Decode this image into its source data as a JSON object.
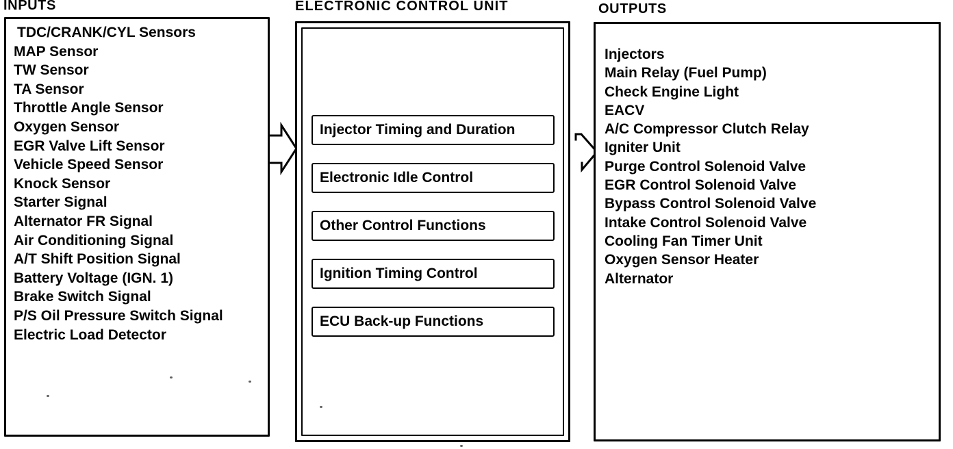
{
  "page": {
    "description": "ECU input/output block diagram (scanned service manual page)",
    "colors": {
      "ink": "#040404",
      "paper": "#ffffff"
    }
  },
  "inputs": {
    "title": "INPUTS",
    "items": [
      "TDC/CRANK/CYL Sensors",
      "MAP Sensor",
      "TW Sensor",
      "TA Sensor",
      "Throttle Angle Sensor",
      "Oxygen Sensor",
      "EGR Valve Lift Sensor",
      "Vehicle Speed Sensor",
      "Knock Sensor",
      "Starter Signal",
      "Alternator FR Signal",
      "Air Conditioning Signal",
      "A/T Shift Position Signal",
      "Battery Voltage (IGN. 1)",
      "Brake Switch Signal",
      "P/S Oil Pressure Switch Signal",
      "Electric Load Detector"
    ]
  },
  "ecu": {
    "title": "ELECTRONIC CONTROL UNIT",
    "functions": [
      "Injector Timing and Duration",
      "Electronic Idle Control",
      "Other Control Functions",
      "Ignition Timing Control",
      "ECU Back-up Functions"
    ]
  },
  "outputs": {
    "title": "OUTPUTS",
    "items": [
      "Injectors",
      "Main Relay (Fuel Pump)",
      "Check Engine Light",
      "EACV",
      "A/C Compressor Clutch Relay",
      "Igniter Unit",
      "Purge Control Solenoid Valve",
      "EGR Control Solenoid Valve",
      "Bypass Control Solenoid Valve",
      "Intake Control Solenoid Valve",
      "Cooling Fan Timer Unit",
      "Oxygen Sensor Heater",
      "Alternator"
    ]
  },
  "icons": {
    "inputs_to_ecu": "block-arrow-right",
    "ecu_to_outputs": "chevron-arrow-right"
  }
}
